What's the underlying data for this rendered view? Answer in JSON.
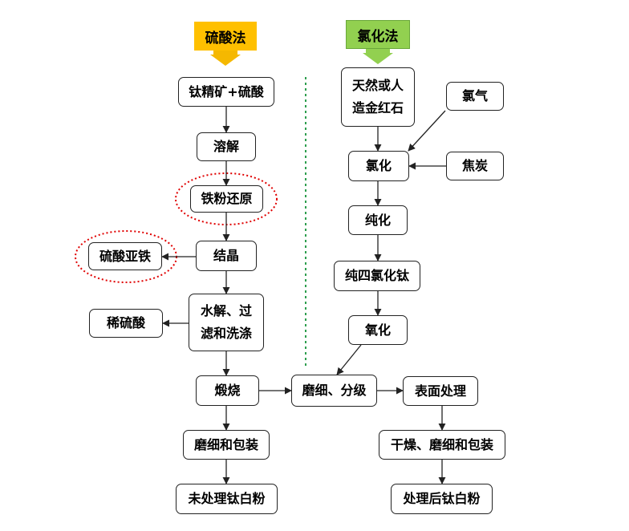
{
  "colors": {
    "sulfuric_header": "#FFC000",
    "sulfuric_arrow": "#F5B800",
    "chloride_header": "#92D050",
    "chloride_arrow": "#92D050",
    "highlight_ellipse": "#E00000",
    "divider": "#2E9E4E",
    "line": "#222222"
  },
  "sulfuric": {
    "title": "硫酸法",
    "steps": {
      "ore_acid": "钛精矿+硫酸",
      "dissolve": "溶解",
      "iron_reduce": "铁粉还原",
      "crystallize": "结晶",
      "ferrous_sulfate": "硫酸亚铁",
      "hydrolysis": "水解、过\n滤和洗涤",
      "dilute_acid": "稀硫酸",
      "calcine": "煅烧",
      "grind_pack": "磨细和包装",
      "untreated_powder": "未处理钛白粉"
    }
  },
  "chloride": {
    "title": "氯化法",
    "steps": {
      "rutile": "天然或人\n造金红石",
      "chlorine": "氯气",
      "chlorinate": "氯化",
      "coke": "焦炭",
      "purify": "纯化",
      "ticl4": "纯四氯化钛",
      "oxidize": "氧化"
    }
  },
  "shared": {
    "grind_classify": "磨细、分级",
    "surface_treat": "表面处理",
    "dry_grind_pack": "干燥、磨细和包装",
    "treated_powder": "处理后钛白粉"
  }
}
